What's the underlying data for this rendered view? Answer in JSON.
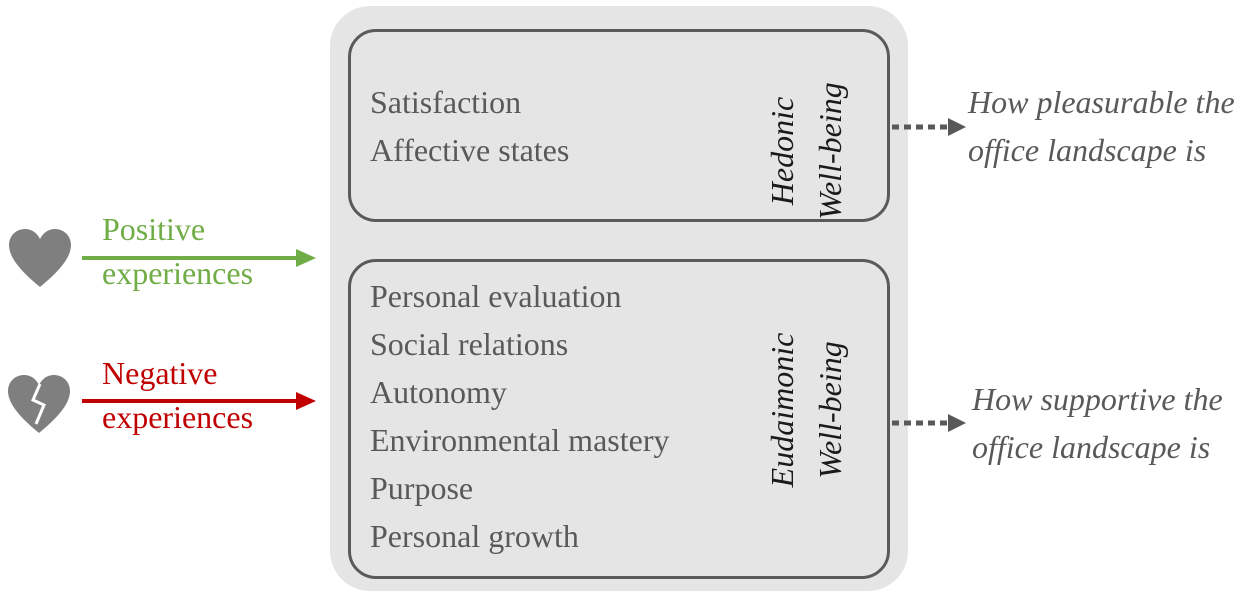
{
  "colors": {
    "positive": "#70ad47",
    "negative": "#c00000",
    "icon": "#7f7f7f",
    "text_gray": "#595959",
    "panel_bg": "#e5e5e5",
    "border": "#5a5a5a"
  },
  "inputs": {
    "positive": {
      "line1": "Positive",
      "line2": "experiences",
      "icon": "heart-icon"
    },
    "negative": {
      "line1": "Negative",
      "line2": "experiences",
      "icon": "broken-heart-icon"
    }
  },
  "hedonic": {
    "label_line1": "Hedonic",
    "label_line2": "Well-being",
    "items": [
      "Satisfaction",
      "Affective states"
    ],
    "outcome_line1": "How pleasurable the",
    "outcome_line2": "office landscape is"
  },
  "eudaimonic": {
    "label_line1": "Eudaimonic",
    "label_line2": "Well-being",
    "items": [
      "Personal evaluation",
      "Social relations",
      "Autonomy",
      "Environmental mastery",
      "Purpose",
      "Personal growth"
    ],
    "outcome_line1": "How supportive the",
    "outcome_line2": "office landscape is"
  }
}
